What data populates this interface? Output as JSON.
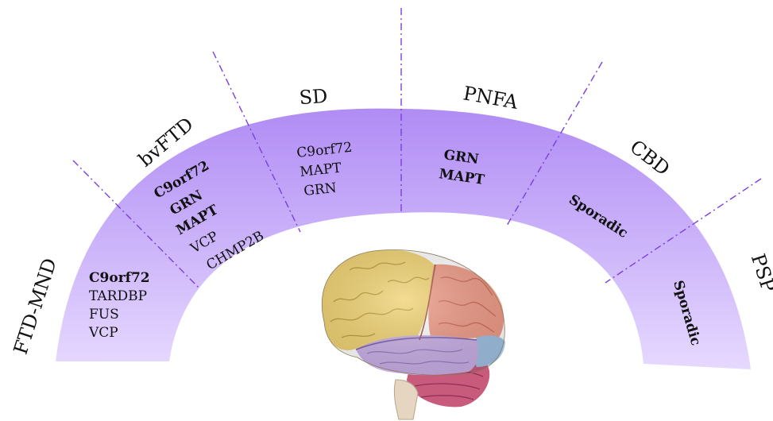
{
  "colors": {
    "arc_top": "#b08cf4",
    "arc_bottom": "#e6d9ff",
    "divider": "#7a3fe0"
  },
  "sections": [
    {
      "category": "FTD-MND",
      "genes": [
        {
          "text": "C9orf72",
          "bold": true
        },
        {
          "text": "TARDBP",
          "bold": false
        },
        {
          "text": "FUS",
          "bold": false
        },
        {
          "text": "VCP",
          "bold": false
        }
      ]
    },
    {
      "category": "bvFTD",
      "genes": [
        {
          "text": "C9orf72",
          "bold": true
        },
        {
          "text": "GRN",
          "bold": true
        },
        {
          "text": "MAPT",
          "bold": true
        },
        {
          "text": "VCP",
          "bold": false
        },
        {
          "text": "CHMP2B",
          "bold": false
        }
      ]
    },
    {
      "category": "SD",
      "genes": [
        {
          "text": "C9orf72",
          "bold": false
        },
        {
          "text": "MAPT",
          "bold": false
        },
        {
          "text": "GRN",
          "bold": false
        }
      ]
    },
    {
      "category": "PNFA",
      "genes": [
        {
          "text": "GRN",
          "bold": true
        },
        {
          "text": "MAPT",
          "bold": true
        }
      ]
    },
    {
      "category": "CBD",
      "genes": [
        {
          "text": "Sporadic",
          "bold": true
        }
      ]
    },
    {
      "category": "PSP",
      "genes": [
        {
          "text": "Sporadic",
          "bold": true
        }
      ]
    }
  ],
  "brain_icon": "brain-illustration"
}
